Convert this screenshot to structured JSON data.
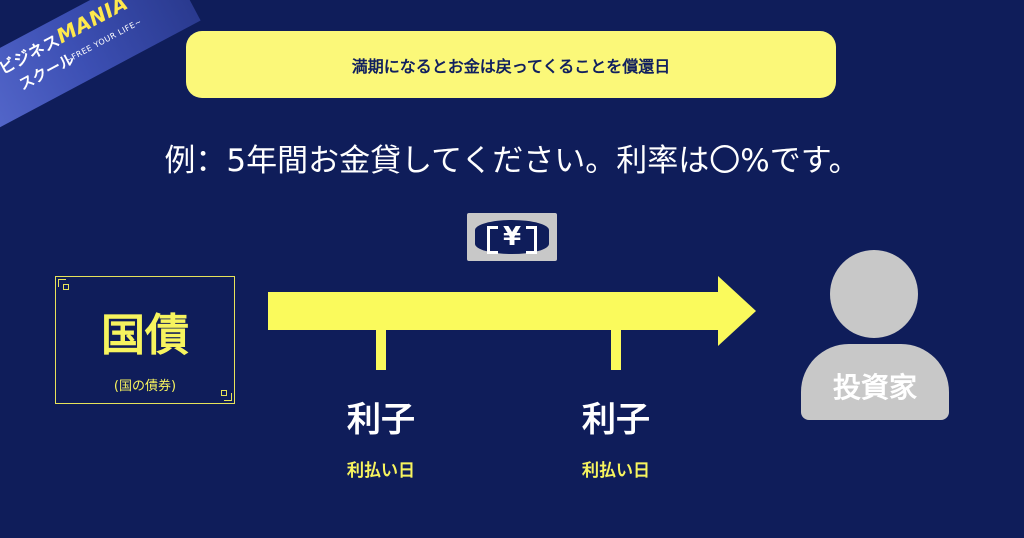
{
  "logo": {
    "line1_prefix": "ビジネス",
    "line1_accent": "MANIA",
    "line2": "スクール",
    "tagline": "~FREE YOUR LIFE~"
  },
  "banner": {
    "text": "満期になるとお金は戻ってくることを償還日"
  },
  "subtitle": {
    "text": "例：5年間お金貸してください。利率は〇%です。"
  },
  "bill": {
    "symbol": "¥"
  },
  "bond": {
    "title": "国債",
    "subtitle": "(国の債券)"
  },
  "timeline": {
    "interest_labels": [
      "利子",
      "利子"
    ],
    "payment_labels": [
      "利払い日",
      "利払い日"
    ]
  },
  "investor": {
    "label": "投資家"
  },
  "colors": {
    "background": "#0f1d5a",
    "accent_yellow": "#fafa5c",
    "banner": "#fbf879",
    "gray": "#c8c8c8"
  }
}
